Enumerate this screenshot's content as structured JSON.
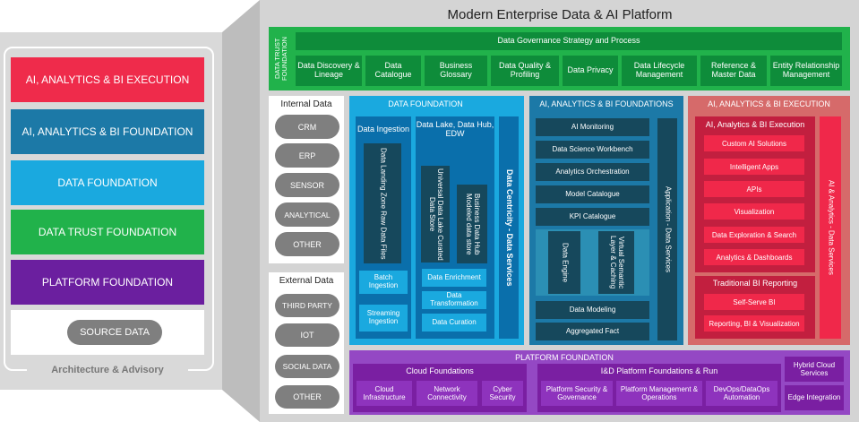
{
  "title": "Modern Enterprise Data & AI Platform",
  "legend": {
    "items": [
      {
        "label": "AI, ANALYTICS & BI EXECUTION",
        "color": "#ef2b4b"
      },
      {
        "label": "AI, ANALYTICS & BI FOUNDATION",
        "color": "#1c79a7"
      },
      {
        "label": "DATA FOUNDATION",
        "color": "#1aa9df"
      },
      {
        "label": "DATA TRUST FOUNDATION",
        "color": "#21b24b"
      },
      {
        "label": "PLATFORM FOUNDATION",
        "color": "#6b1f9f"
      }
    ],
    "source": "SOURCE DATA",
    "footer": "Architecture & Advisory"
  },
  "trust": {
    "side_label": "DATA TRUST FOUNDATION",
    "strategy": "Data Governance Strategy and Process",
    "items": [
      "Data Discovery & Lineage",
      "Data Catalogue",
      "Business Glossary",
      "Data Quality & Profiling",
      "Data Privacy",
      "Data Lifecycle Management",
      "Reference & Master Data",
      "Entity Relationship Management"
    ]
  },
  "internal": {
    "title": "Internal Data",
    "items": [
      "CRM",
      "ERP",
      "SENSOR",
      "ANALYTICAL",
      "OTHER"
    ]
  },
  "external": {
    "title": "External Data",
    "items": [
      "THIRD PARTY",
      "IOT",
      "SOCIAL DATA",
      "OTHER"
    ]
  },
  "data_foundation": {
    "title": "DATA FOUNDATION",
    "ingestion_title": "Data Ingestion",
    "landing": "Data Landing Zone Raw Data Files",
    "batch": "Batch Ingestion",
    "streaming": "Streaming Ingestion",
    "lake_title": "Data Lake, Data Hub, EDW",
    "universal": "Universal Data Lake Curated Data Store",
    "business_hub": "Business Data Hub Modeled data store",
    "enrichment": "Data Enrichment",
    "transformation": "Data Transformation",
    "curation": "Data Curation",
    "services": "Data Centricity - Data Services"
  },
  "ai_foundation": {
    "title": "AI, ANALYTICS & BI FOUNDATIONS",
    "items": [
      "AI Monitoring",
      "Data Science Workbench",
      "Analytics Orchestration",
      "Model Catalogue",
      "KPI Catalogue"
    ],
    "data_engine": "Data Engine",
    "semantic": "Virtual Semantic Layer & Caching",
    "modeling": "Data Modeling",
    "aggregated": "Aggregated Fact",
    "app_services": "Application - Data Services"
  },
  "ai_execution": {
    "title": "AI, ANALYTICS & BI EXECUTION",
    "exec_title": "AI, Analytics & BI Execution",
    "items": [
      "Custom AI Solutions",
      "Intelligent Apps",
      "APIs",
      "Visualization",
      "Data Exploration & Search",
      "Analytics & Dashboards"
    ],
    "traditional_title": "Traditional BI Reporting",
    "traditional_items": [
      "Self-Serve BI",
      "Reporting, BI & Visualization"
    ],
    "services": "AI & Analytics - Data Services"
  },
  "platform": {
    "title": "PLATFORM FOUNDATION",
    "cloud_title": "Cloud Foundations",
    "cloud_items": [
      "Cloud Infrastructure",
      "Network Connectivity",
      "Cyber Security"
    ],
    "id_title": "I&D Platform Foundations & Run",
    "id_items": [
      "Platform Security & Governance",
      "Platform Management & Operations",
      "DevOps/DataOps Automation"
    ],
    "hybrid": "Hybrid Cloud Services",
    "edge": "Edge Integration"
  }
}
